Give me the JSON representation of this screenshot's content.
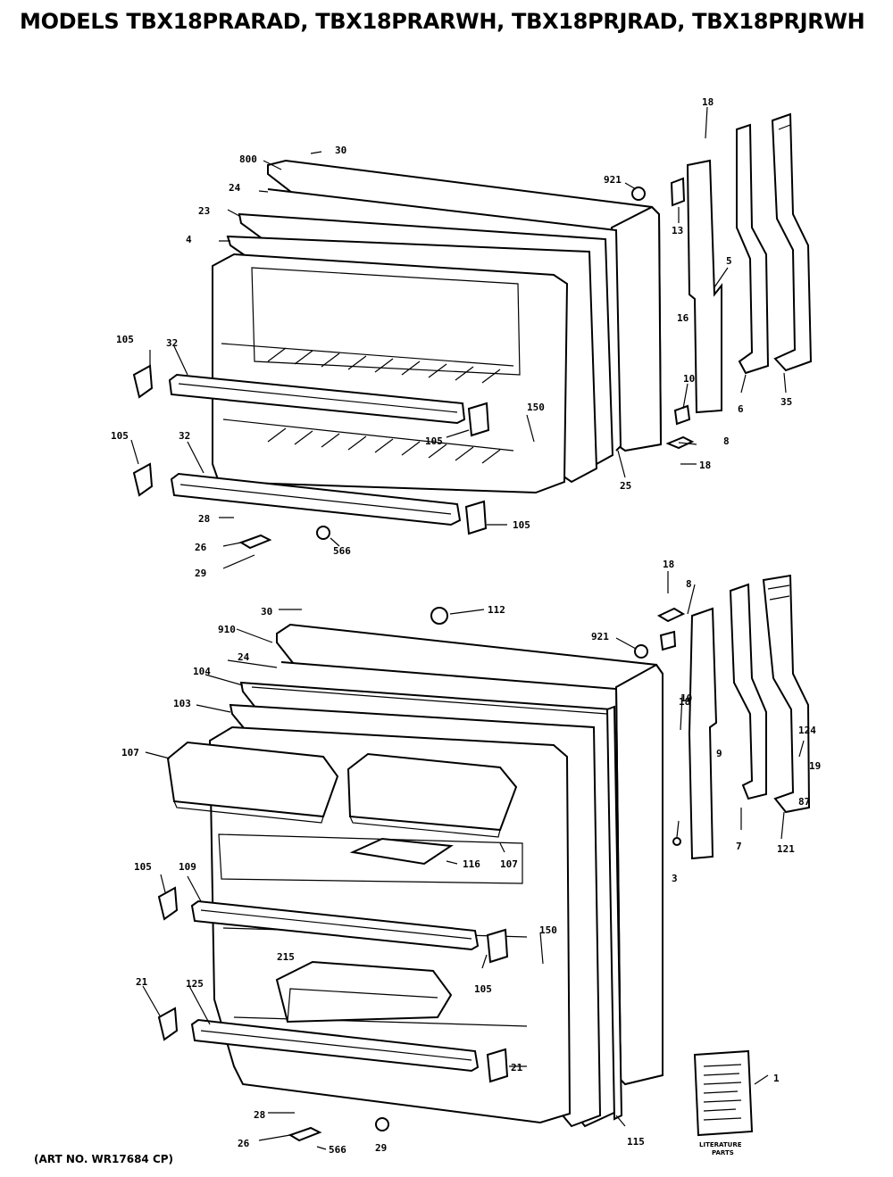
{
  "title": "MODELS TBX18PRARAD, TBX18PRARWH, TBX18PRJRAD, TBX18PRJRWH",
  "art_no": "(ART NO. WR17684 CP)",
  "literature_label": [
    "LITERATURE",
    "PARTS"
  ],
  "freezer_door": {
    "labels": [
      "18",
      "30",
      "800",
      "921",
      "24",
      "23",
      "4",
      "13",
      "5",
      "16",
      "105",
      "32",
      "150",
      "105",
      "105",
      "32",
      "105",
      "10",
      "6",
      "35",
      "8",
      "18",
      "25",
      "28",
      "26",
      "29",
      "566"
    ]
  },
  "fresh_food_door": {
    "labels": [
      "18",
      "8",
      "30",
      "112",
      "910",
      "921",
      "24",
      "104",
      "10",
      "103",
      "18",
      "9",
      "107",
      "124",
      "19",
      "87",
      "116",
      "107",
      "3",
      "7",
      "121",
      "105",
      "109",
      "150",
      "215",
      "105",
      "21",
      "125",
      "21",
      "1",
      "28",
      "26",
      "566",
      "29",
      "115"
    ]
  },
  "colors": {
    "ink": "#000000",
    "paper": "#ffffff"
  }
}
